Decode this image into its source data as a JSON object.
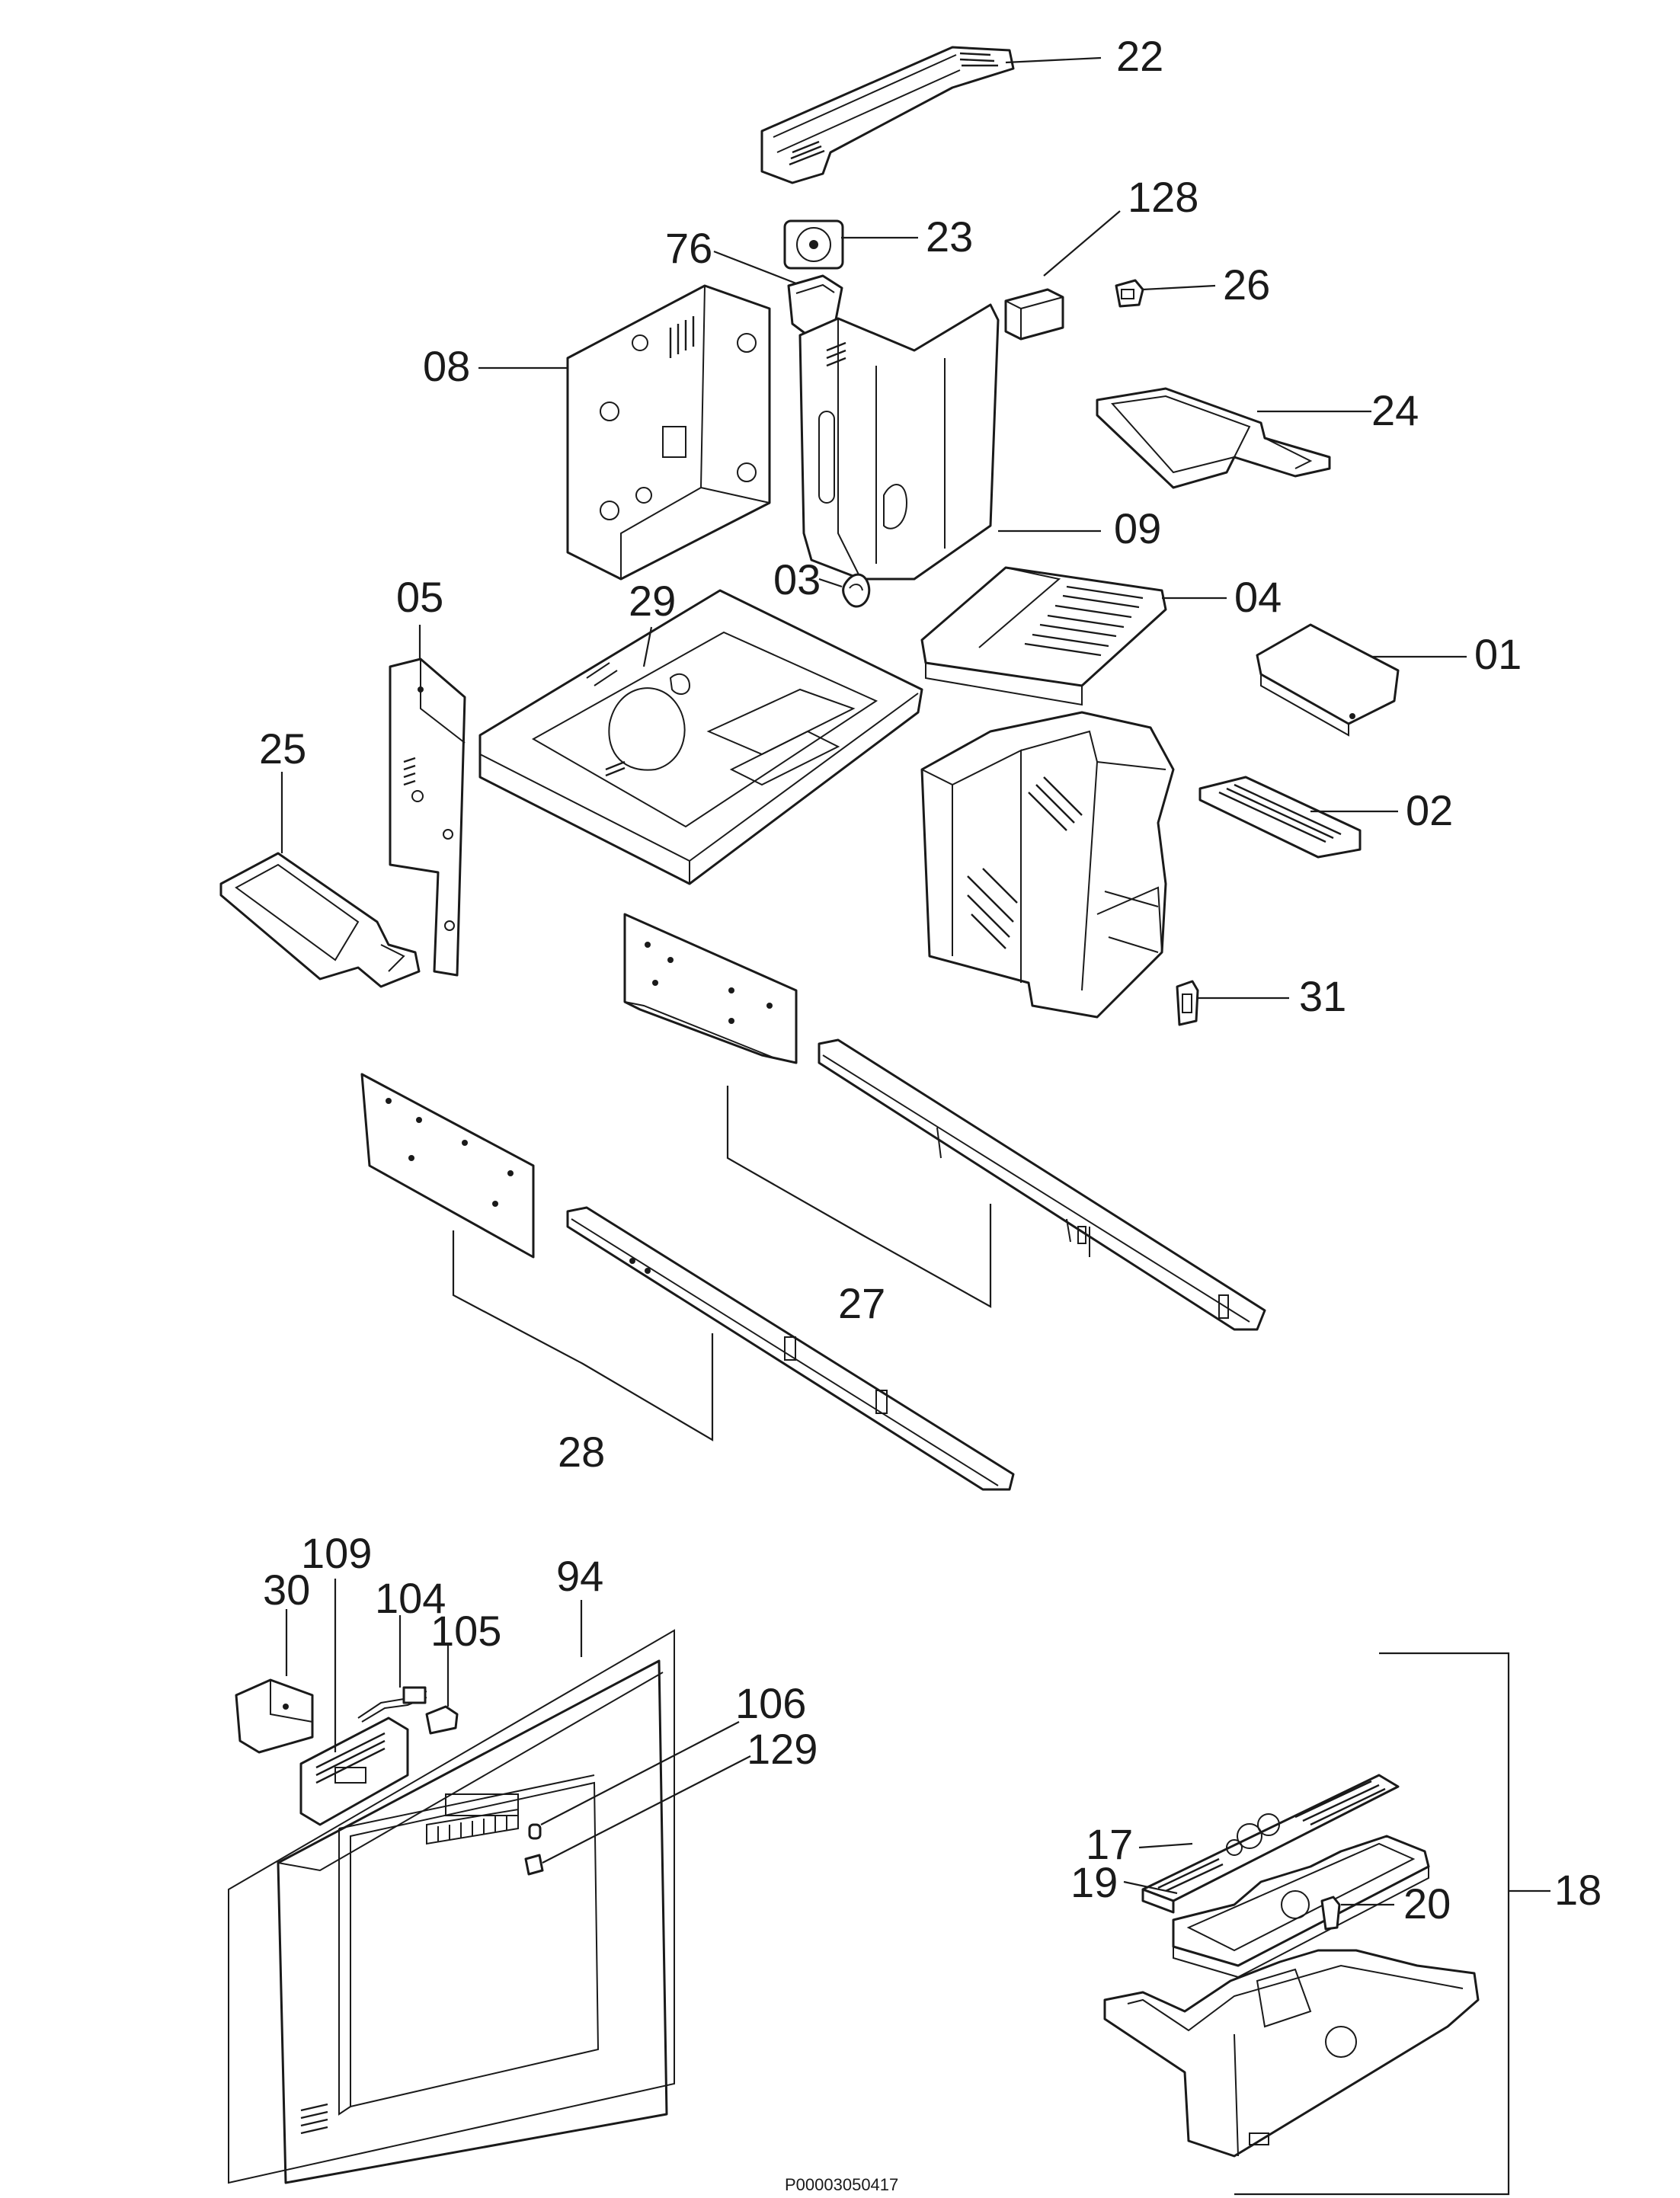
{
  "labels": {
    "l22": "22",
    "l23": "23",
    "l128": "128",
    "l76": "76",
    "l26": "26",
    "l08": "08",
    "l24": "24",
    "l09": "09",
    "l03": "03",
    "l04": "04",
    "l05": "05",
    "l29": "29",
    "l01": "01",
    "l25": "25",
    "l02": "02",
    "l31": "31",
    "l27": "27",
    "l28": "28",
    "l109": "109",
    "l30": "30",
    "l104": "104",
    "l94": "94",
    "l105": "105",
    "l106": "106",
    "l129": "129",
    "l17": "17",
    "l19": "19",
    "l20": "20",
    "l18": "18"
  },
  "reference_code": "P00003050417"
}
